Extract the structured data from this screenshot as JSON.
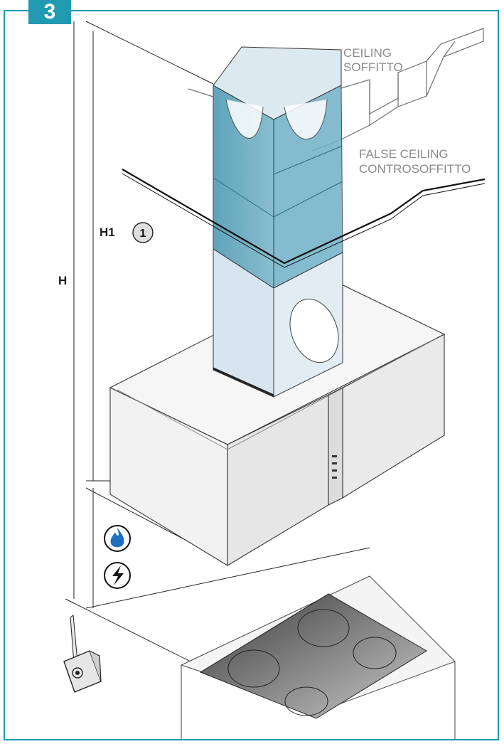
{
  "step": {
    "number": "3"
  },
  "labels": {
    "ceiling_en": "CEILING",
    "ceiling_it": "SOFFITTO",
    "false_ceiling_en": "FALSE CEILING",
    "false_ceiling_it": "CONTROSOFFITTO",
    "h1": "H1",
    "h1_ref": "1",
    "h": "H"
  },
  "icons": [
    "gas-flame-icon",
    "electric-lightning-icon",
    "tape-measure-icon"
  ],
  "colors": {
    "accent": "#1f9ab0",
    "duct_blue": "#5fa8c0",
    "duct_light": "#dde9f1",
    "gas_icon": "#1f6fc0",
    "label_gray": "#8a8a8a"
  }
}
